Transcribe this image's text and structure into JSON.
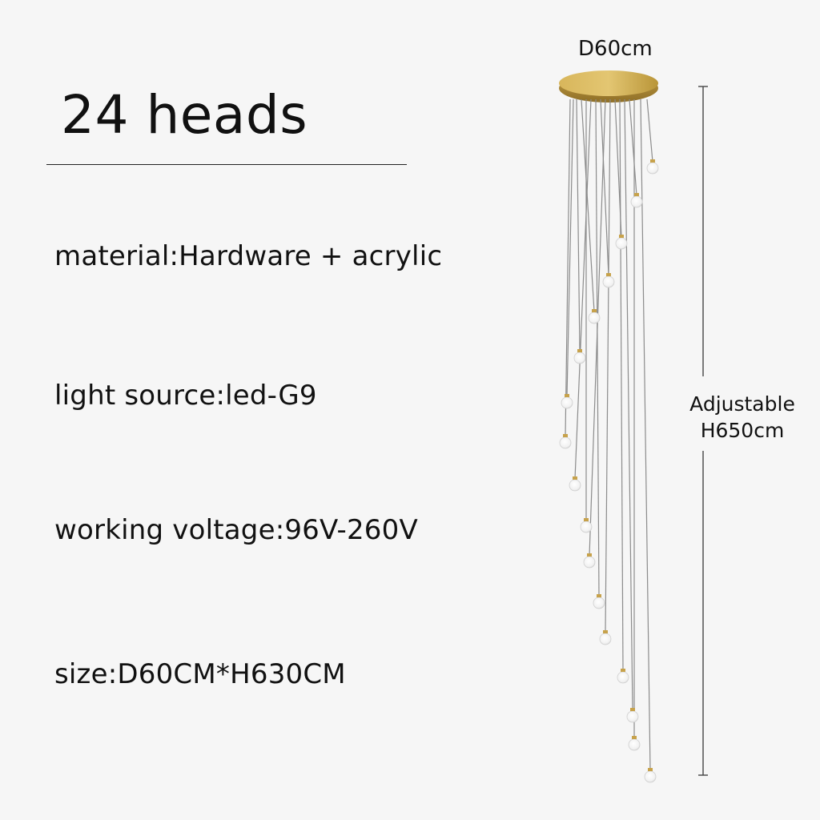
{
  "title": "24 heads",
  "specs": {
    "material": "material:Hardware + acrylic",
    "light_source": "light source:led-G9",
    "working_voltage": "working voltage:96V-260V",
    "size": "size:D60CM*H630CM"
  },
  "dimensions": {
    "diameter": "D60cm",
    "height_line1": "Adjustable",
    "height_line2": "H650cm"
  },
  "colors": {
    "background": "#f6f6f6",
    "canopy": "#c7a24b",
    "wire": "#8b8b8b",
    "bulb": "#ffffff"
  }
}
